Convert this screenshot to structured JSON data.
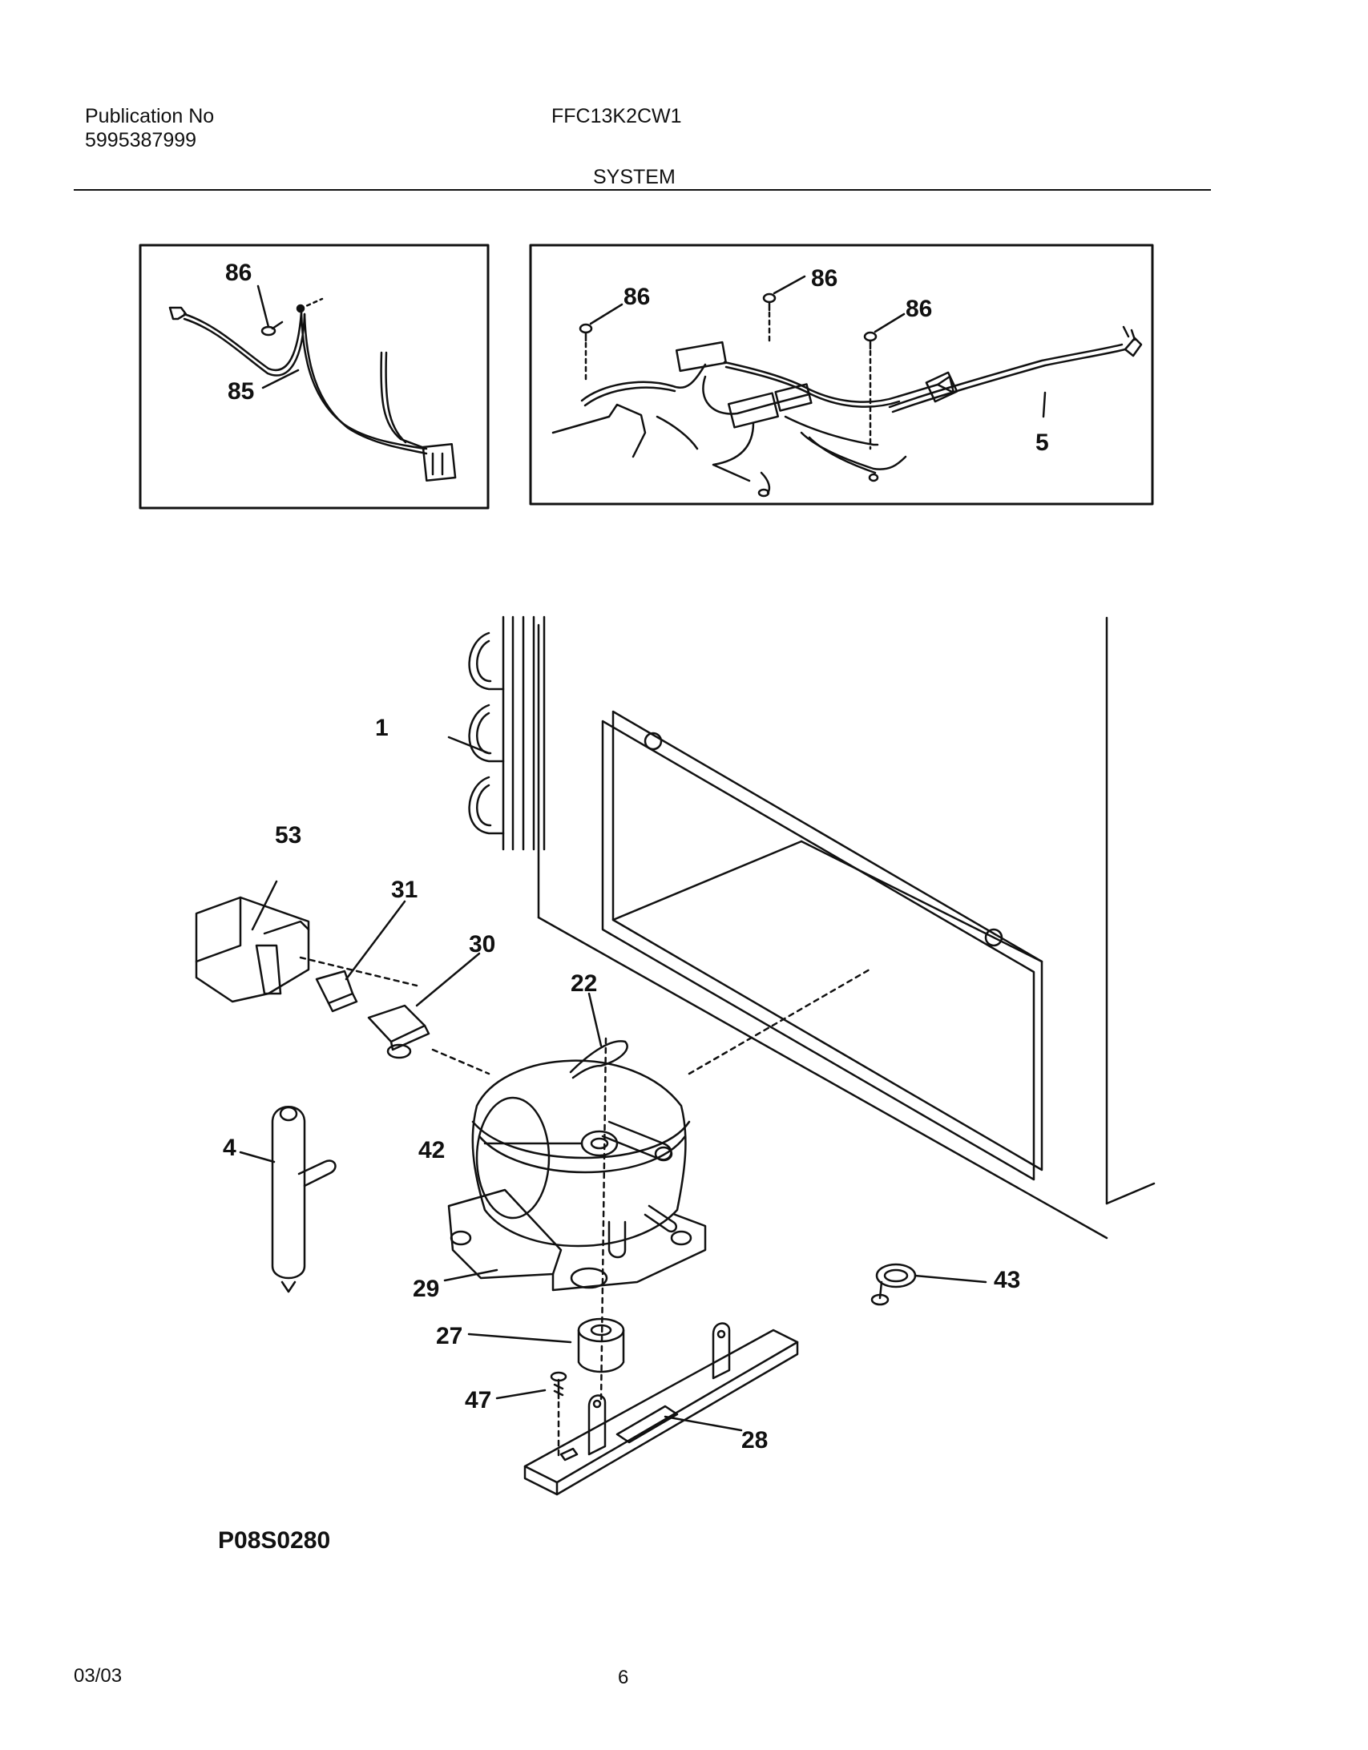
{
  "header": {
    "publication_label": "Publication No",
    "publication_number": "5995387999",
    "model": "FFC13K2CW1",
    "section_title": "SYSTEM"
  },
  "callouts": {
    "p1": "1",
    "p4": "4",
    "p5": "5",
    "p22": "22",
    "p27": "27",
    "p28": "28",
    "p29": "29",
    "p30": "30",
    "p31": "31",
    "p42": "42",
    "p43": "43",
    "p47": "47",
    "p53": "53",
    "p85": "85",
    "p86": "86"
  },
  "footer": {
    "figure_code": "P08S0280",
    "date": "03/03",
    "page": "6"
  }
}
